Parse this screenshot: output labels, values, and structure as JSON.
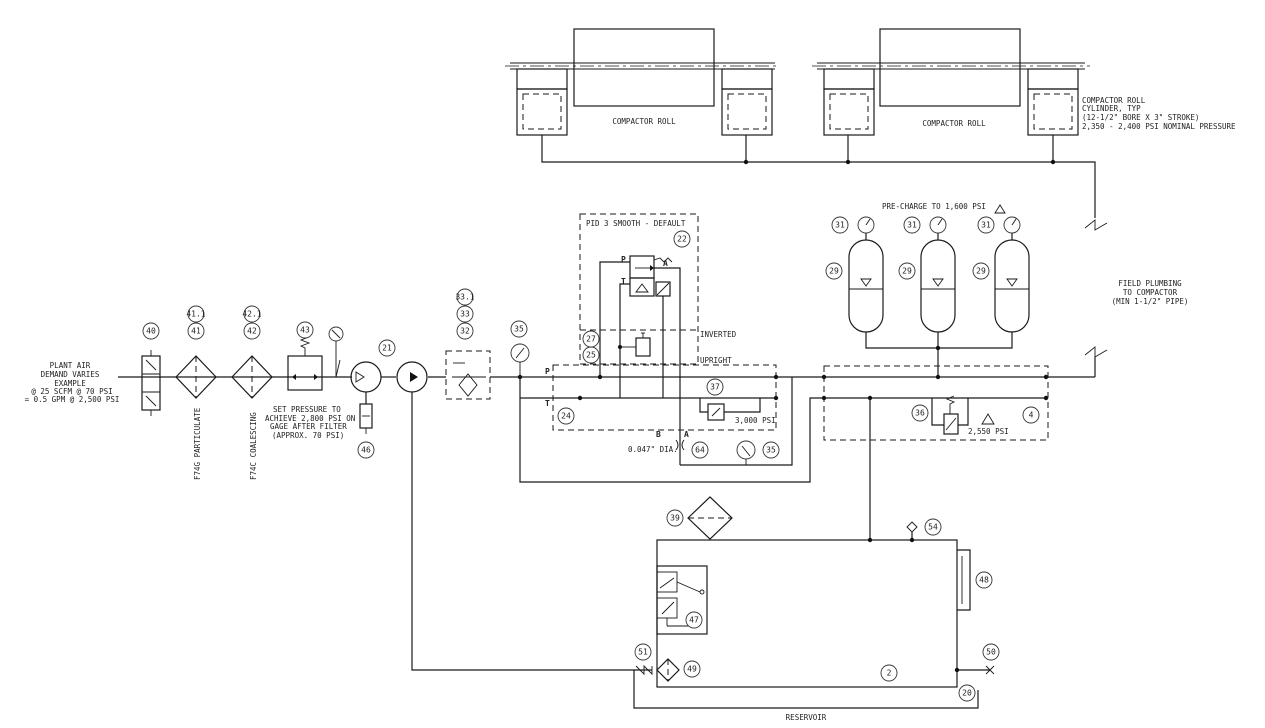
{
  "labels": {
    "roll_left": "COMPACTOR ROLL",
    "roll_right": "COMPACTOR ROLL",
    "cylinder_note": [
      "COMPACTOR ROLL",
      "CYLINDER, TYP",
      "(12-1/2\" BORE X 3\" STROKE)",
      "2,350 - 2,400 PSI NOMINAL PRESSURE"
    ],
    "precharge": "PRE-CHARGE TO 1,600 PSI",
    "field_plumbing": [
      "FIELD PLUMBING",
      "TO COMPACTOR",
      "(MIN 1-1/2\" PIPE)"
    ],
    "pid": "PID 3 SMOOTH - DEFAULT",
    "inverted": "INVERTED",
    "upright": "UPRIGHT",
    "plant_air": [
      "PLANT AIR",
      "DEMAND VARIES",
      "EXAMPLE",
      "@ 25 SCFM @ 70 PSI",
      "= 0.5 GPM @ 2,500 PSI"
    ],
    "set_pressure": [
      "SET PRESSURE TO",
      "ACHIEVE 2,800 PSI ON",
      "GAGE AFTER FILTER",
      "(APPROX. 70 PSI)"
    ],
    "particulate": "F74G PARTICULATE",
    "coalescing": "F74C COALESCING",
    "relief_37": "3,000 PSI",
    "relief_36": "2,550 PSI",
    "orifice": "0.047\" DIA.",
    "reservoir": "RESERVOIR",
    "port_p": "P",
    "port_t": "T",
    "port_a": "A",
    "port_b": "B",
    "valve_p": "P",
    "valve_t": "T",
    "valve_a": "A"
  },
  "bubbles": {
    "b40": "40",
    "b41_1": "41.1",
    "b41": "41",
    "b42_1": "42.1",
    "b42": "42",
    "b43": "43",
    "b46": "46",
    "b21": "21",
    "b33_1": "33.1",
    "b33": "33",
    "b32": "32",
    "b35a": "35",
    "b22": "22",
    "b27": "27",
    "b25": "25",
    "b24": "24",
    "b37": "37",
    "b64": "64",
    "b35b": "35",
    "b31a": "31",
    "b31b": "31",
    "b31c": "31",
    "b29a": "29",
    "b29b": "29",
    "b29c": "29",
    "b36": "36",
    "b4": "4",
    "b39": "39",
    "b54": "54",
    "b48": "48",
    "b47": "47",
    "b51": "51",
    "b49": "49",
    "b2": "2",
    "b50": "50",
    "b20": "20"
  }
}
